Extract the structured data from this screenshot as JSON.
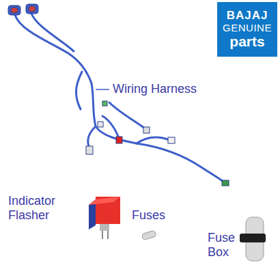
{
  "diagram": {
    "nodes": [
      {
        "text": [
          "BAJAJ",
          "GENUINE",
          "parts"
        ]
      }
    ],
    "labels": [
      "Wiring Harness",
      "Indicator Flasher",
      "Fuses",
      "Fuse Box"
    ]
  }
}
